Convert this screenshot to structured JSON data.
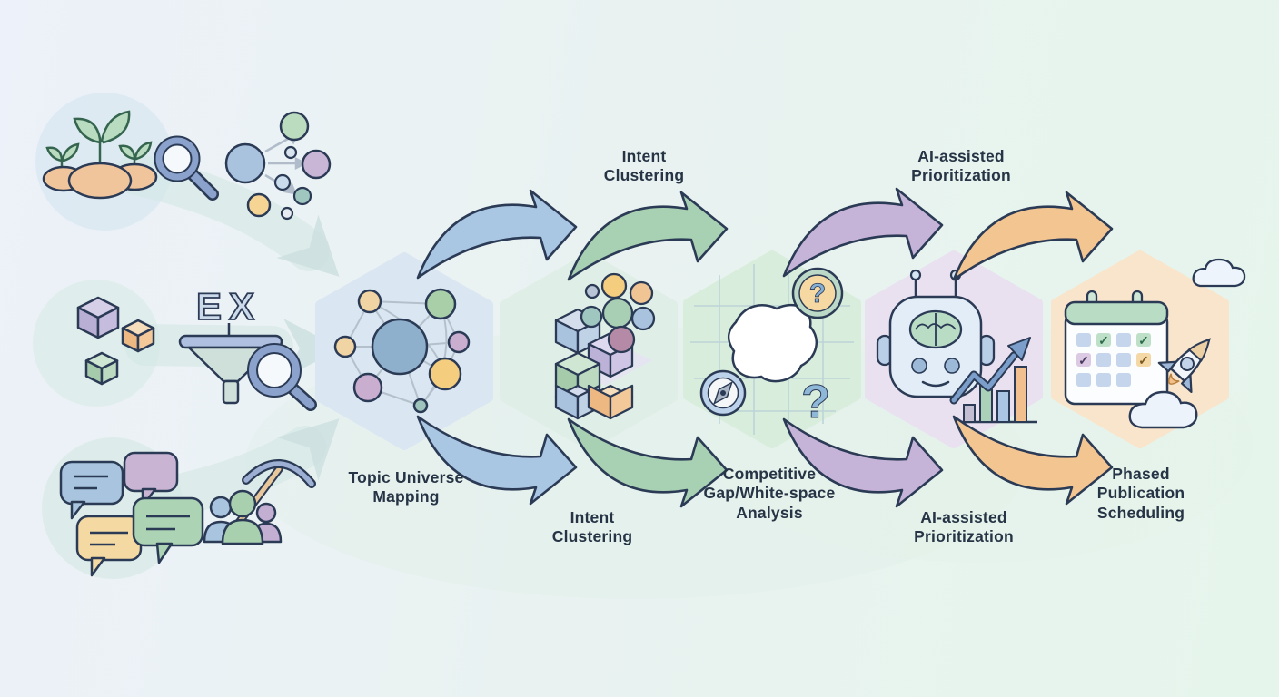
{
  "canvas": {
    "bg_left": "#edf1f9",
    "bg_right": "#e6f5ec",
    "outline_color": "#2b3a55",
    "text_color": "#263445"
  },
  "sources": [
    {
      "id": "seed-discovery",
      "icons": [
        "seedlings-icon",
        "magnifying-glass-icon",
        "keyword-expansion-icon"
      ]
    },
    {
      "id": "keyword-extraction",
      "letters": "EX",
      "icons": [
        "cubes-icon",
        "extraction-funnel-icon",
        "magnifying-glass-icon"
      ]
    },
    {
      "id": "community-mining",
      "icons": [
        "chat-bubbles-icon",
        "team-pickaxe-icon"
      ]
    }
  ],
  "stages": [
    {
      "id": "topic-universe-mapping",
      "label": "Topic Universe\nMapping",
      "hex_color": "#dae6f2",
      "icon": "network-graph-icon"
    },
    {
      "id": "intent-clustering",
      "top_label": "Intent\nClustering",
      "label": "Intent\nClustering",
      "hex_color": "#dfeee6",
      "icon": "cube-stack-and-cluster-icon"
    },
    {
      "id": "competitive-gap-whitespace-analysis",
      "label": "Competitive\nGap/White-space\nAnalysis",
      "hex_color": "#d9eddc",
      "icon": "whitespace-map-icon"
    },
    {
      "id": "ai-assisted-prioritization",
      "top_label": "AI-assisted\nPrioritization",
      "label": "AI-assisted\nPrioritization",
      "hex_color": "#e9e1f0",
      "icon": "robot-bar-chart-icon"
    },
    {
      "id": "phased-publication-scheduling",
      "label": "Phased\nPublication\nScheduling",
      "hex_color": "#f9e5cb",
      "icon": "calendar-rocket-icon"
    }
  ],
  "arrows": {
    "top": [
      {
        "from": "topic-universe-mapping",
        "to": "intent-clustering",
        "color": "#a9c6e3"
      },
      {
        "from": "intent-clustering",
        "to": "competitive-gap-whitespace-analysis",
        "color": "#a8d0b2"
      },
      {
        "from": "competitive-gap-whitespace-analysis",
        "to": "ai-assisted-prioritization",
        "color": "#c6b4d8"
      },
      {
        "from": "ai-assisted-prioritization",
        "to": "phased-publication-scheduling",
        "color": "#f3c591"
      }
    ],
    "bottom": [
      {
        "from": "topic-universe-mapping",
        "to": "intent-clustering",
        "color": "#a9c6e3"
      },
      {
        "from": "intent-clustering",
        "to": "competitive-gap-whitespace-analysis",
        "color": "#a8d0b2"
      },
      {
        "from": "competitive-gap-whitespace-analysis",
        "to": "ai-assisted-prioritization",
        "color": "#c6b4d8"
      },
      {
        "from": "ai-assisted-prioritization",
        "to": "phased-publication-scheduling",
        "color": "#f3c591"
      }
    ]
  }
}
